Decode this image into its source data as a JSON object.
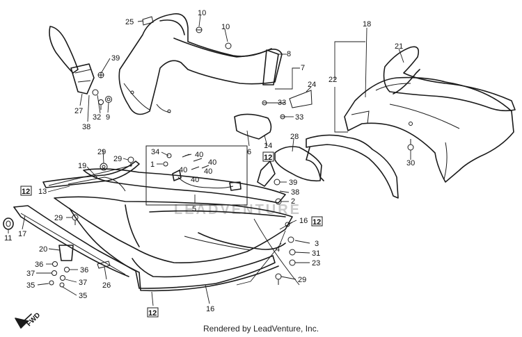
{
  "diagram": {
    "watermark": "LEADVENTURE",
    "direction_label": "FWD",
    "footer": "Rendered by LeadVenture, Inc.",
    "callouts": {
      "c25": "25",
      "c10a": "10",
      "c10b": "10",
      "c8": "8",
      "c7": "7",
      "c39a": "39",
      "c27": "27",
      "c32": "32",
      "c9": "9",
      "c38a": "38",
      "c24": "24",
      "c33a": "33",
      "c33b": "33",
      "c18": "18",
      "c21": "21",
      "c22": "22",
      "c6": "6",
      "c14": "14",
      "c28": "28",
      "c30": "30",
      "c34": "34",
      "c1": "1",
      "c40a": "40",
      "c40b": "40",
      "c40c": "40",
      "c40d": "40",
      "c40e": "40",
      "c29a": "29",
      "c29b": "29",
      "c19": "19",
      "c13": "13",
      "c39b": "39",
      "c38b": "38",
      "c2": "2",
      "c5": "5",
      "c11": "11",
      "c17": "17",
      "c29c": "29",
      "c16a": "16",
      "c4": "4",
      "c3": "3",
      "c31": "31",
      "c23": "23",
      "c20": "20",
      "c36a": "36",
      "c36b": "36",
      "c37a": "37",
      "c37b": "37",
      "c35a": "35",
      "c35b": "35",
      "c26": "26",
      "c29d": "29",
      "c16b": "16"
    },
    "boxed_callouts": {
      "b12a": "12",
      "b12b": "12",
      "b12c": "12",
      "b12d": "12"
    }
  }
}
